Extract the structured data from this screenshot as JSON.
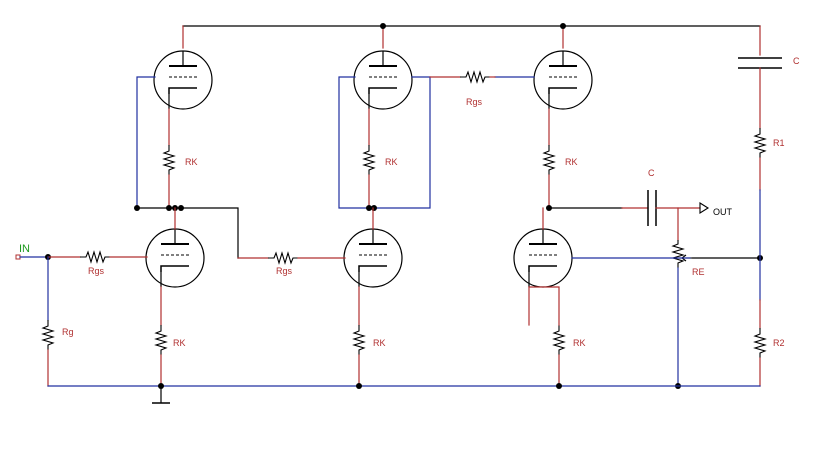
{
  "labels": {
    "in": "IN",
    "out": "OUT",
    "rgs": "Rgs",
    "rk": "RK",
    "rg": "Rg",
    "c": "C",
    "r1": "R1",
    "r2": "R2",
    "re": "RE"
  },
  "colors": {
    "wire": "#000000",
    "lead": "#b03030",
    "grid_wire": "#2030a0",
    "label": "#b03030",
    "input_label": "#1e9a1e"
  }
}
